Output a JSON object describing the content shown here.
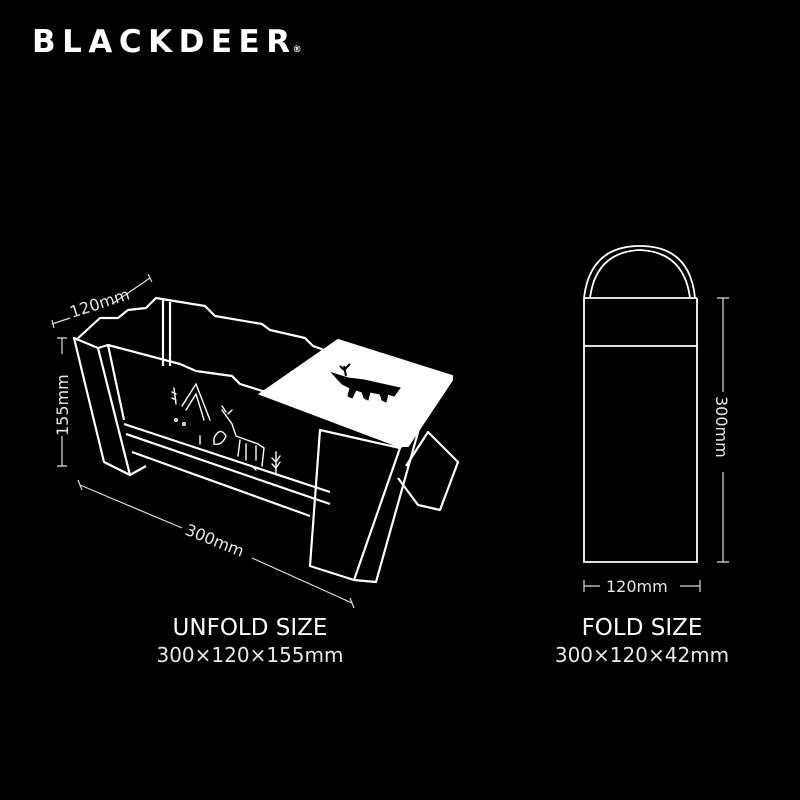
{
  "brand": {
    "name": "BLACKDEER",
    "registered_mark": "®"
  },
  "unfold": {
    "title": "UNFOLD SIZE",
    "size": "300×120×155mm",
    "dims": {
      "depth": "120mm",
      "height": "155mm",
      "length": "300mm"
    }
  },
  "fold": {
    "title": "FOLD SIZE",
    "size": "300×120×42mm",
    "dims": {
      "height": "300mm",
      "width": "120mm"
    }
  },
  "colors": {
    "background": "#000000",
    "line": "#ffffff",
    "text": "#ffffff"
  }
}
